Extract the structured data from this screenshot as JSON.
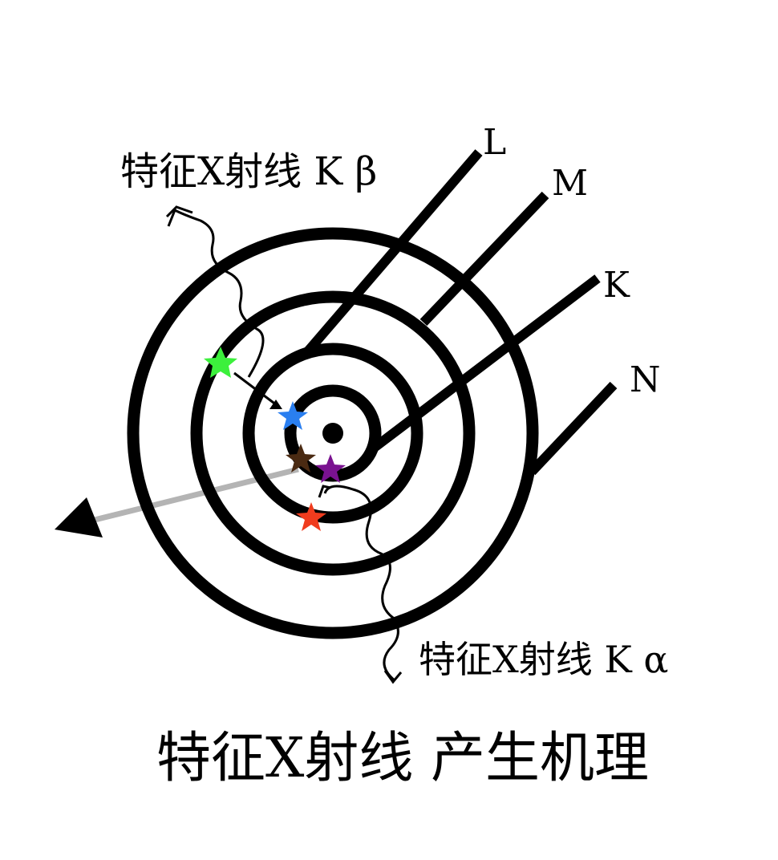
{
  "labels": {
    "shell_l": "L",
    "shell_m": "M",
    "shell_k": "K",
    "shell_n": "N",
    "k_beta": "特征X射线 K β",
    "k_alpha": "特征X射线 K α",
    "title": "特征X射线 产生机理"
  },
  "colors": {
    "ring": "#000000",
    "incident_ray": "#b4b4b4",
    "star_green": "#3cf03c",
    "star_blue": "#2a7ff0",
    "star_brown": "#4a2a12",
    "star_purple": "#7a1290",
    "star_red": "#f03c1e"
  },
  "icons": [
    "star-icon",
    "arrow-head-icon",
    "photon-wave-icon"
  ]
}
